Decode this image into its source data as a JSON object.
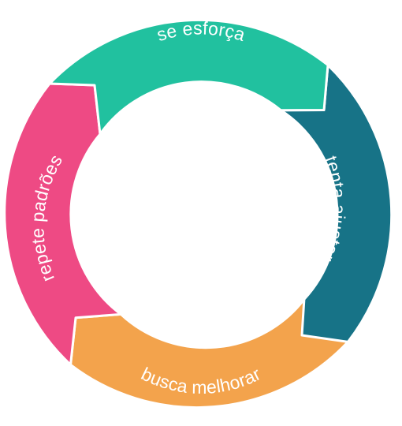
{
  "cycle": {
    "segments": [
      {
        "id": "top",
        "label": "se esforça",
        "color": "#21C19F"
      },
      {
        "id": "right",
        "label": "tenta ajustar",
        "color": "#177387"
      },
      {
        "id": "bottom",
        "label": "busca melhorar",
        "color": "#F3A34C"
      },
      {
        "id": "left",
        "label": "repete padrões",
        "color": "#EE4A84"
      }
    ]
  }
}
